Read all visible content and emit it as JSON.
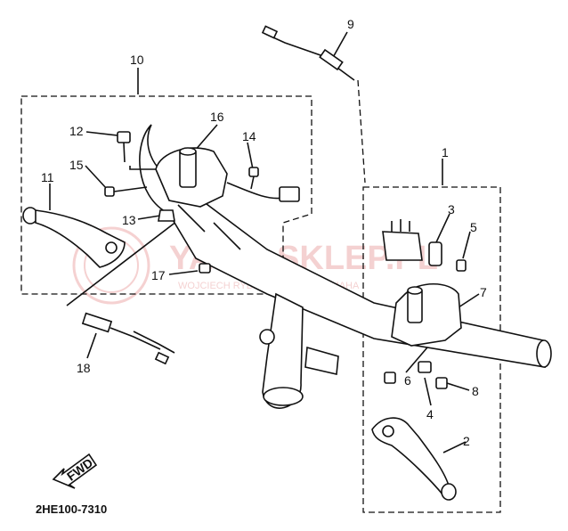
{
  "callouts": [
    {
      "id": "c1",
      "text": "1"
    },
    {
      "id": "c2",
      "text": "2"
    },
    {
      "id": "c3",
      "text": "3"
    },
    {
      "id": "c4",
      "text": "4"
    },
    {
      "id": "c5",
      "text": "5"
    },
    {
      "id": "c6",
      "text": "6"
    },
    {
      "id": "c7",
      "text": "7"
    },
    {
      "id": "c8",
      "text": "8"
    },
    {
      "id": "c9",
      "text": "9"
    },
    {
      "id": "c10",
      "text": "10"
    },
    {
      "id": "c11",
      "text": "11"
    },
    {
      "id": "c12",
      "text": "12"
    },
    {
      "id": "c13",
      "text": "13"
    },
    {
      "id": "c14",
      "text": "14"
    },
    {
      "id": "c15",
      "text": "15"
    },
    {
      "id": "c16",
      "text": "16"
    },
    {
      "id": "c17",
      "text": "17"
    },
    {
      "id": "c18",
      "text": "18"
    }
  ],
  "fwd_arrow_label": "FWD",
  "diagram_code": "2HE100-7310",
  "watermark": {
    "brand": "YAMA-SKLEP.PL",
    "dealer": "WOJCIECH RYBICZ | DEALER YAMAHA"
  }
}
